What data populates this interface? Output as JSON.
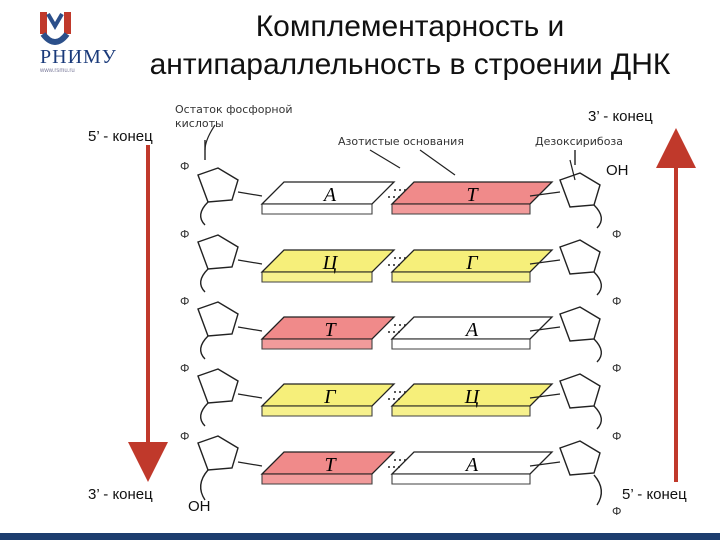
{
  "title": {
    "line1": "Комплементарность и",
    "line2": "антипараллельность в строении ДНК"
  },
  "logo": {
    "text": "РНИМУ",
    "sub": "www.rsmu.ru"
  },
  "labels": {
    "left_top": "5’ - конец",
    "left_bottom": "3’ - конец",
    "right_top": "3’ - конец",
    "right_bottom": "5’ - конец",
    "oh_top": "ОН",
    "oh_bottom": "ОН"
  },
  "annotations": {
    "phosphate": "Остаток фосфорной\nкислоты",
    "bases": "Азотистые основания",
    "deoxyribose": "Дезоксирибоза",
    "phosphate_symbol": "Ф"
  },
  "pairs": [
    {
      "left": "А",
      "right": "Т",
      "left_color": "#ffffff",
      "right_color": "#f08a8a"
    },
    {
      "left": "Ц",
      "right": "Г",
      "left_color": "#f6ef7a",
      "right_color": "#f6ef7a"
    },
    {
      "left": "Т",
      "right": "А",
      "left_color": "#f08a8a",
      "right_color": "#ffffff"
    },
    {
      "left": "Г",
      "right": "Ц",
      "left_color": "#f6ef7a",
      "right_color": "#f6ef7a"
    },
    {
      "left": "Т",
      "right": "А",
      "left_color": "#f08a8a",
      "right_color": "#ffffff"
    }
  ],
  "colors": {
    "arrow": "#c0392b",
    "title_bar": "#1c3d6e"
  }
}
